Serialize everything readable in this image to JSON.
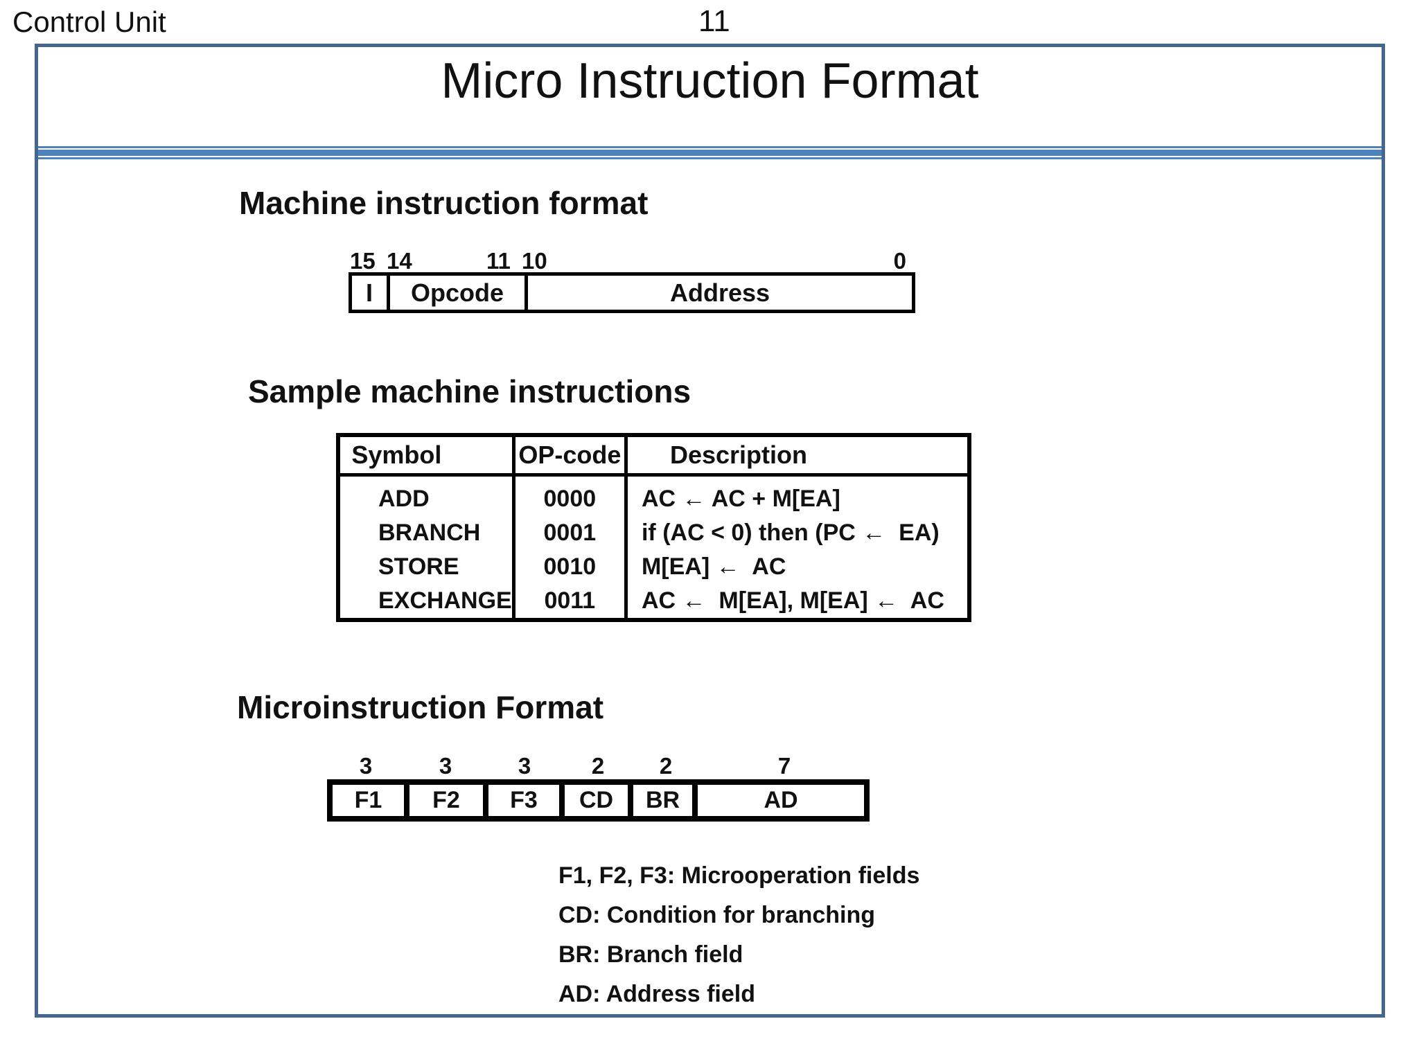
{
  "page": {
    "header_left": "Control Unit",
    "page_number": "11",
    "title": "Micro Instruction Format"
  },
  "colors": {
    "slide_border": "#44678E",
    "accent_rule": "#4F81BD",
    "text": "#111111"
  },
  "sections": {
    "machine_format": {
      "heading": "Machine instruction format",
      "bit_labels": [
        "15",
        "14",
        "11",
        "10",
        "0"
      ],
      "fields": [
        {
          "label": "I"
        },
        {
          "label": "Opcode"
        },
        {
          "label": "Address"
        }
      ]
    },
    "sample_instructions": {
      "heading": "Sample machine instructions",
      "table": {
        "headers": [
          "Symbol",
          "OP-code",
          "Description"
        ],
        "rows": [
          [
            "ADD",
            "0000",
            "AC ← AC + M[EA]"
          ],
          [
            "BRANCH",
            "0001",
            "if (AC < 0) then (PC ←  EA)"
          ],
          [
            "STORE",
            "0010",
            "M[EA] ←  AC"
          ],
          [
            "EXCHANGE",
            "0011",
            "AC ←  M[EA], M[EA] ←  AC"
          ]
        ]
      }
    },
    "micro_format": {
      "heading": "Microinstruction Format",
      "fields": [
        {
          "bits": "3",
          "label": "F1"
        },
        {
          "bits": "3",
          "label": "F2"
        },
        {
          "bits": "3",
          "label": "F3"
        },
        {
          "bits": "2",
          "label": "CD"
        },
        {
          "bits": "2",
          "label": "BR"
        },
        {
          "bits": "7",
          "label": "AD"
        }
      ],
      "legend": [
        "F1, F2, F3: Microoperation fields",
        "CD: Condition for branching",
        "BR: Branch field",
        "AD: Address field"
      ]
    }
  }
}
